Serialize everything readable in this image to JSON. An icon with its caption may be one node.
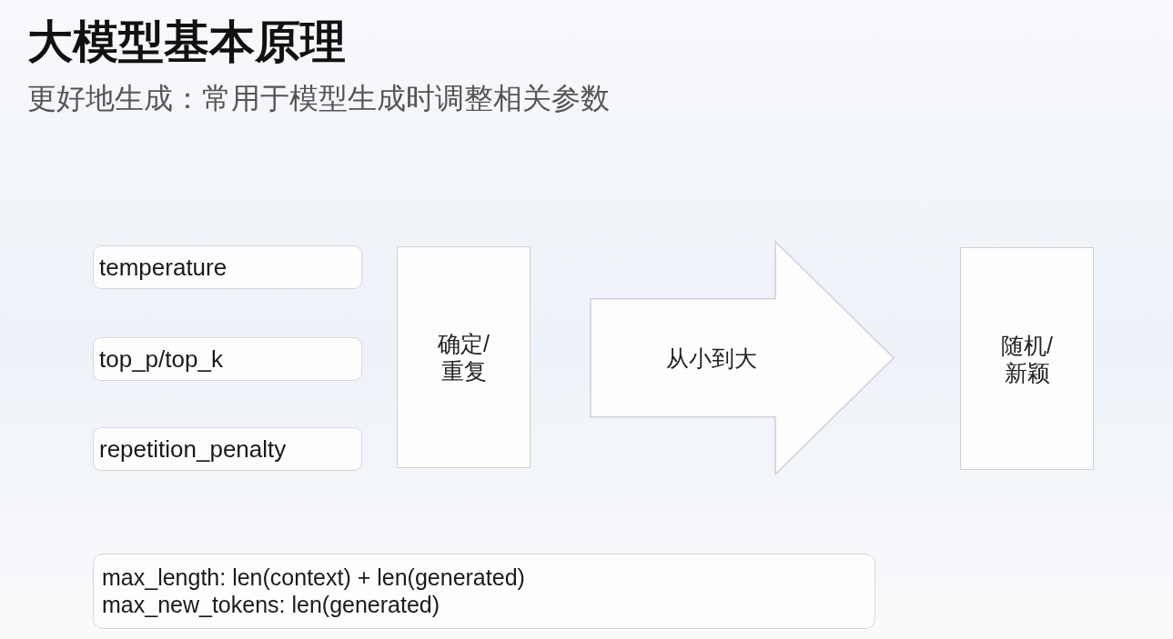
{
  "diagram": {
    "title": "大模型基本原理",
    "nodes": [
      {
        "text": [
          "temperature"
        ]
      },
      {
        "text": [
          "top_p/top_k"
        ]
      },
      {
        "text": [
          "repetition_penalty"
        ]
      },
      {
        "text": [
          "确定/重复"
        ]
      },
      {
        "text": [
          "随机/新颖"
        ]
      },
      {
        "text": [
          "max_length: len(context) + len(generated)",
          "max_new_tokens: len(generated)"
        ]
      }
    ],
    "edges": [
      {
        "from": 3,
        "to": 4,
        "arrow": "to",
        "label": "从小到大"
      }
    ],
    "labels": [
      "更好地生成：常用于模型生成时调整相关参数"
    ]
  }
}
